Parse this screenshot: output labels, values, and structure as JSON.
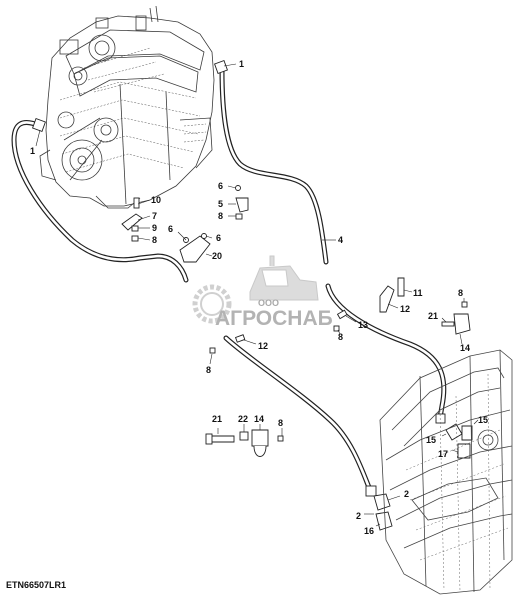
{
  "drawing_code": "ETN66507LR1",
  "watermark": {
    "prefix": "ООО",
    "brand": "АГРОСНАБ",
    "color_light": "#c8c8c8",
    "color_dark": "#9a9a9a"
  },
  "callouts": [
    {
      "id": "c-1-top",
      "text": "1"
    },
    {
      "id": "c-1-left",
      "text": "1"
    },
    {
      "id": "c-10",
      "text": "10"
    },
    {
      "id": "c-7",
      "text": "7"
    },
    {
      "id": "c-9",
      "text": "9"
    },
    {
      "id": "c-8-a",
      "text": "8"
    },
    {
      "id": "c-6-a",
      "text": "6"
    },
    {
      "id": "c-5",
      "text": "5"
    },
    {
      "id": "c-8-b",
      "text": "8"
    },
    {
      "id": "c-4",
      "text": "4"
    },
    {
      "id": "c-6-b",
      "text": "6"
    },
    {
      "id": "c-6-c",
      "text": "6"
    },
    {
      "id": "c-20",
      "text": "20"
    },
    {
      "id": "c-11",
      "text": "11"
    },
    {
      "id": "c-12-a",
      "text": "12"
    },
    {
      "id": "c-8-c",
      "text": "8"
    },
    {
      "id": "c-21-a",
      "text": "21"
    },
    {
      "id": "c-13",
      "text": "13"
    },
    {
      "id": "c-8-d",
      "text": "8"
    },
    {
      "id": "c-14-a",
      "text": "14"
    },
    {
      "id": "c-12-b",
      "text": "12"
    },
    {
      "id": "c-8-e",
      "text": "8"
    },
    {
      "id": "c-21-b",
      "text": "21"
    },
    {
      "id": "c-22",
      "text": "22"
    },
    {
      "id": "c-14-b",
      "text": "14"
    },
    {
      "id": "c-8-f",
      "text": "8"
    },
    {
      "id": "c-15-a",
      "text": "15"
    },
    {
      "id": "c-15-b",
      "text": "15"
    },
    {
      "id": "c-17",
      "text": "17"
    },
    {
      "id": "c-2-a",
      "text": "2"
    },
    {
      "id": "c-2-b",
      "text": "2"
    },
    {
      "id": "c-16",
      "text": "16"
    }
  ]
}
